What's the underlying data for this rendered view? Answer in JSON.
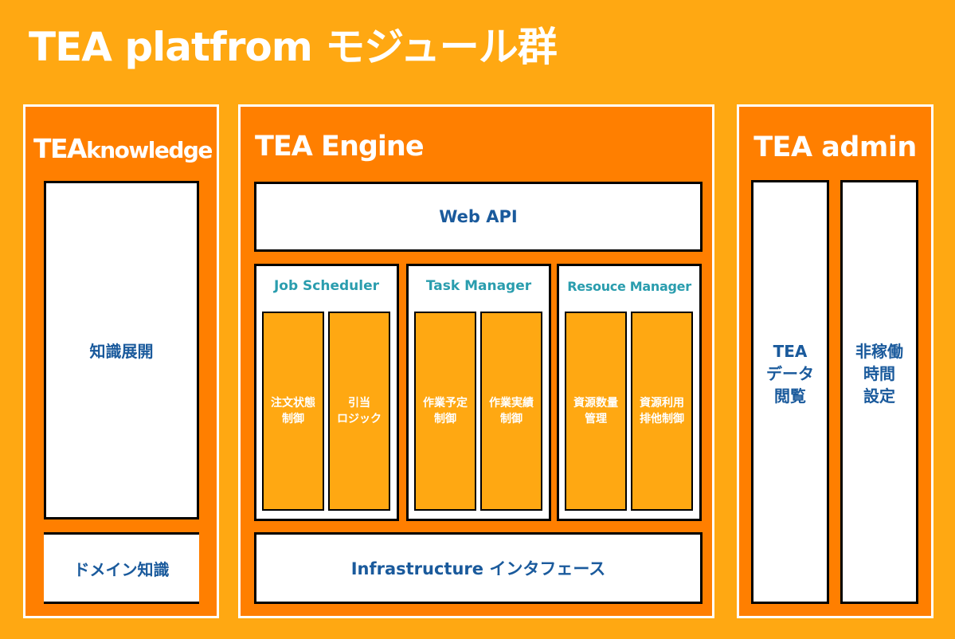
{
  "title": "TEA platfrom モジュール群",
  "colors": {
    "background": "#FFA812",
    "panel": "#FF7F00",
    "text_blue": "#1A5A9C",
    "text_teal": "#2A9DAE",
    "white": "#FFFFFF",
    "border": "#000000"
  },
  "knowledge": {
    "title_bold": "TEA",
    "title_rest": "knowledge",
    "top_box": "知識展開",
    "bottom_box": "ドメイン知識"
  },
  "engine": {
    "title": "TEA Engine",
    "web_api": "Web API",
    "infrastructure": "Infrastructure インタフェース",
    "modules": [
      {
        "title": "Job Scheduler",
        "cells": [
          "注文状態\n制御",
          "引当\nロジック"
        ]
      },
      {
        "title": "Task Manager",
        "cells": [
          "作業予定\n制御",
          "作業実績\n制御"
        ]
      },
      {
        "title": "Resouce Manager",
        "cells": [
          "資源数量\n管理",
          "資源利用\n排他制御"
        ]
      }
    ]
  },
  "admin": {
    "title": "TEA admin",
    "boxes": [
      "TEA\nデータ\n閲覧",
      "非稼働\n時間\n設定"
    ]
  }
}
